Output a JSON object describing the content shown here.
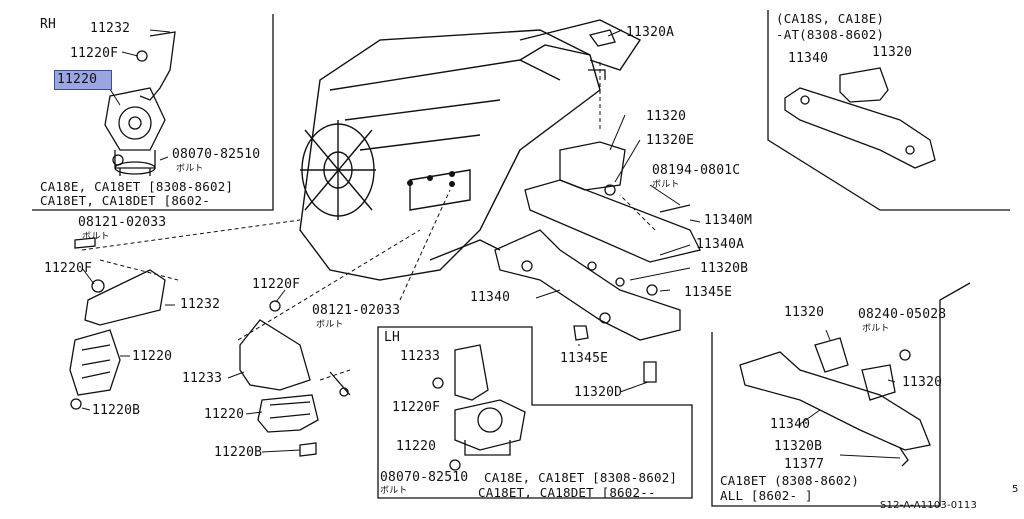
{
  "sections": {
    "rh": "RH",
    "lh": "LH"
  },
  "bolt_word": "ボルト",
  "rh_parts": {
    "p11232": "11232",
    "p11220F": "11220F",
    "p11220_selected": "11220",
    "bolt": "08070-82510",
    "note1": "CA18E, CA18ET [8308-8602]",
    "note2": "CA18ET, CA18DET [8602-"
  },
  "left_parts": {
    "bolt": "08121-02033",
    "p11220F": "11220F",
    "p11232": "11232",
    "p11220": "11220",
    "p11220B": "11220B"
  },
  "mid_parts": {
    "p11220F": "11220F",
    "bolt": "08121-02033",
    "p11233": "11233",
    "p11220": "11220",
    "p11220B": "11220B"
  },
  "lh_parts": {
    "p11233": "11233",
    "p11220F": "11220F",
    "p11220": "11220",
    "bolt": "08070-82510",
    "note1": "CA18E, CA18ET [8308-8602]",
    "note2": "CA18ET, CA18DET [8602--"
  },
  "center_parts": {
    "p11320A": "11320A",
    "p11320": "11320",
    "p11320E": "11320E",
    "bolt": "08194-0801C",
    "p11340M": "11340M",
    "p11340A": "11340A",
    "p11320B": "11320B",
    "p11345E_a": "11345E",
    "p11340": "11340",
    "p11345E_b": "11345E",
    "p11320D": "11320D"
  },
  "tr_box": {
    "note1": "(CA18S, CA18E)",
    "note2": "-AT(8308-8602)",
    "p11340": "11340",
    "p11320": "11320"
  },
  "br_box": {
    "p11320_a": "11320",
    "bolt": "08240-05028",
    "p11320_b": "11320",
    "p11340": "11340",
    "p11320B": "11320B",
    "p11377": "11377",
    "note1": "CA18ET (8308-8602)",
    "note2": "ALL [8602-     ]"
  },
  "footer_code": "S12-A-A1103-0113",
  "edge_mark": "5"
}
